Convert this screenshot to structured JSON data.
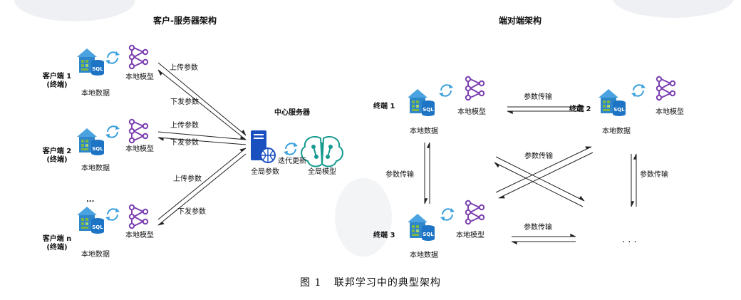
{
  "left": {
    "title": "客户-服务器架构",
    "clients": [
      {
        "name": "客户端 1\n(终端)",
        "data_label": "本地数据",
        "model_label": "本地模型"
      },
      {
        "name": "客户端 2\n(终端)",
        "data_label": "本地数据",
        "model_label": "本地模型"
      },
      {
        "name": "客户端 n\n(终端)",
        "data_label": "本地数据",
        "model_label": "本地模型"
      }
    ],
    "ellipsis": "...",
    "upload_label": "上传参数",
    "download_label": "下发参数",
    "server": {
      "title": "中心服务器",
      "param_label": "全局参数",
      "iterate_label": "迭代更新",
      "model_label": "全局模型"
    }
  },
  "right": {
    "title": "端对端架构",
    "terminals": [
      {
        "name": "终端 1",
        "data_label": "本地数据",
        "model_label": "本地模型"
      },
      {
        "name": "终端 2",
        "data_label": "本地数据",
        "model_label": "本地模型"
      },
      {
        "name": "终端 3",
        "data_label": "本地数据",
        "model_label": "本地模型"
      }
    ],
    "transfer_label": "参数传输",
    "ellipsis": ". . ."
  },
  "caption": {
    "fig": "图 1",
    "text": "联邦学习中的典型架构"
  },
  "colors": {
    "house": "#2f86c8",
    "house_roof": "#4aa3e0",
    "data_green": "#7ab648",
    "sql": "#1d73c4",
    "sync": "#3aa0dd",
    "model": "#7b3fb0",
    "server": "#1a4fbf",
    "brain": "#159a8f",
    "arrow": "#222222"
  },
  "icons": [
    "house-data-icon",
    "sql-db-icon",
    "sync-icon",
    "model-network-icon",
    "server-icon",
    "brain-icon"
  ]
}
